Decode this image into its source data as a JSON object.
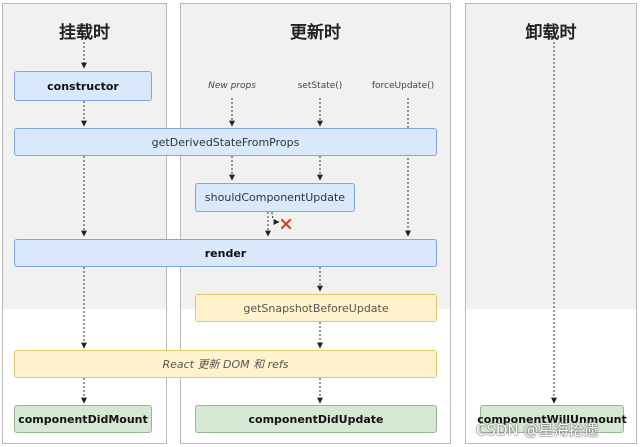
{
  "panels": {
    "mount": "挂载时",
    "update": "更新时",
    "unmount": "卸载时"
  },
  "triggers": {
    "new_props": "New props",
    "set_state": "setState()",
    "force_update": "forceUpdate()"
  },
  "nodes": {
    "constructor": "constructor",
    "get_derived": "getDerivedStateFromProps",
    "should_update": "shouldComponentUpdate",
    "render": "render",
    "get_snapshot": "getSnapshotBeforeUpdate",
    "react_updates": "React 更新 DOM 和 refs",
    "did_mount": "componentDidMount",
    "did_update": "componentDidUpdate",
    "will_unmount": "componentWillUnmount"
  },
  "watermark": "CSDN @星海拾遗",
  "colors": {
    "blue_fill": "#dae8fc",
    "yellow_fill": "#fff2cc",
    "green_fill": "#d5e8d4",
    "cross": "#d9432b"
  }
}
